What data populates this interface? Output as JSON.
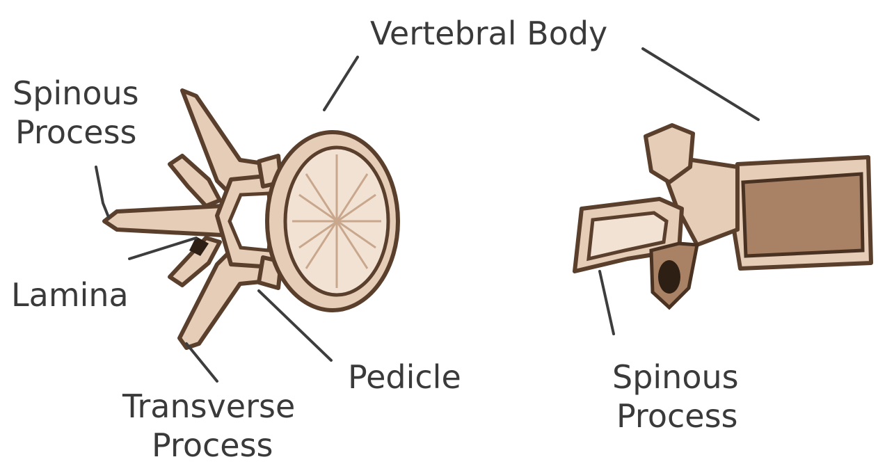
{
  "labels": {
    "vertebral_body": "Vertebral Body",
    "spinous_process_top_line1": "Spinous",
    "spinous_process_top_line2": "Process",
    "lamina": "Lamina",
    "transverse_line1": "Transverse",
    "transverse_line2": "Process",
    "pedicle": "Pedicle",
    "spinous_process_side_line1": "Spinous",
    "spinous_process_side_line2": "Process"
  },
  "colors": {
    "bone": "#e6cdb8",
    "bone_outline": "#5a3f2c",
    "bone_shadow": "#a98265",
    "label_text": "#3a3a3a",
    "background": "#ffffff"
  }
}
